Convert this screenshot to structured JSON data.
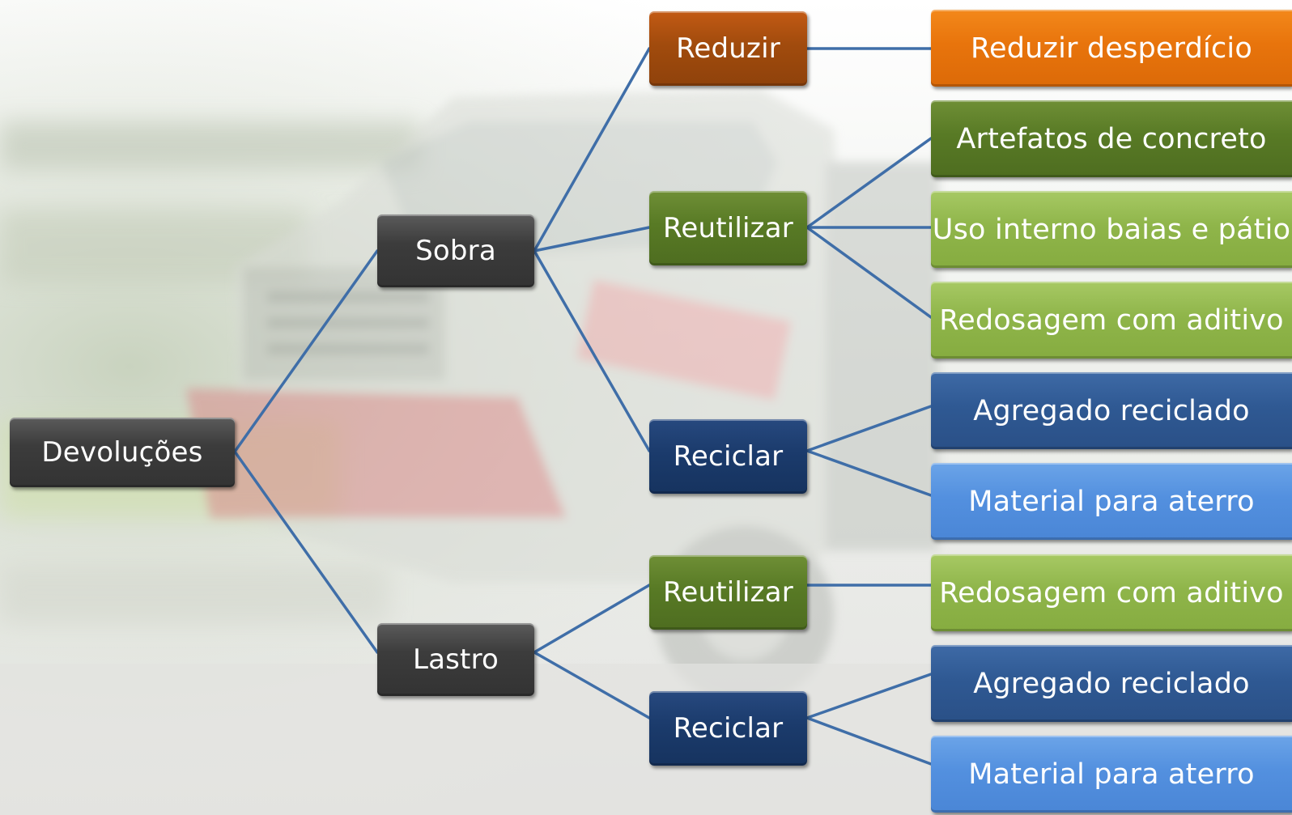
{
  "diagram": {
    "root": {
      "label": "Devoluções"
    },
    "categories": [
      {
        "label": "Sobra"
      },
      {
        "label": "Lastro"
      }
    ],
    "actions": [
      {
        "label": "Reduzir"
      },
      {
        "label": "Reutilizar"
      },
      {
        "label": "Reciclar"
      },
      {
        "label": "Reutilizar"
      },
      {
        "label": "Reciclar"
      }
    ],
    "outcomes": [
      {
        "label": "Reduzir desperdício"
      },
      {
        "label": "Artefatos de concreto"
      },
      {
        "label": "Uso interno baias e pátio"
      },
      {
        "label": "Redosagem com aditivo"
      },
      {
        "label": "Agregado reciclado"
      },
      {
        "label": "Material para aterro"
      },
      {
        "label": "Redosagem com aditivo"
      },
      {
        "label": "Agregado reciclado"
      },
      {
        "label": "Material para aterro"
      }
    ],
    "connector_color": "#3f6ea8",
    "colors": {
      "root": "#3a3a3a",
      "category": "#3a3a3a",
      "reduzir": "#9e4a0e",
      "reutilizar": "#587a25",
      "reciclar": "#1b3b6c",
      "reduzir_outcome": "#e8740c",
      "artefatos_outcome": "#587a25",
      "light_green_outcome": "#8fb54a",
      "agregado_outcome": "#2f5993",
      "aterro_outcome": "#5390df"
    }
  }
}
